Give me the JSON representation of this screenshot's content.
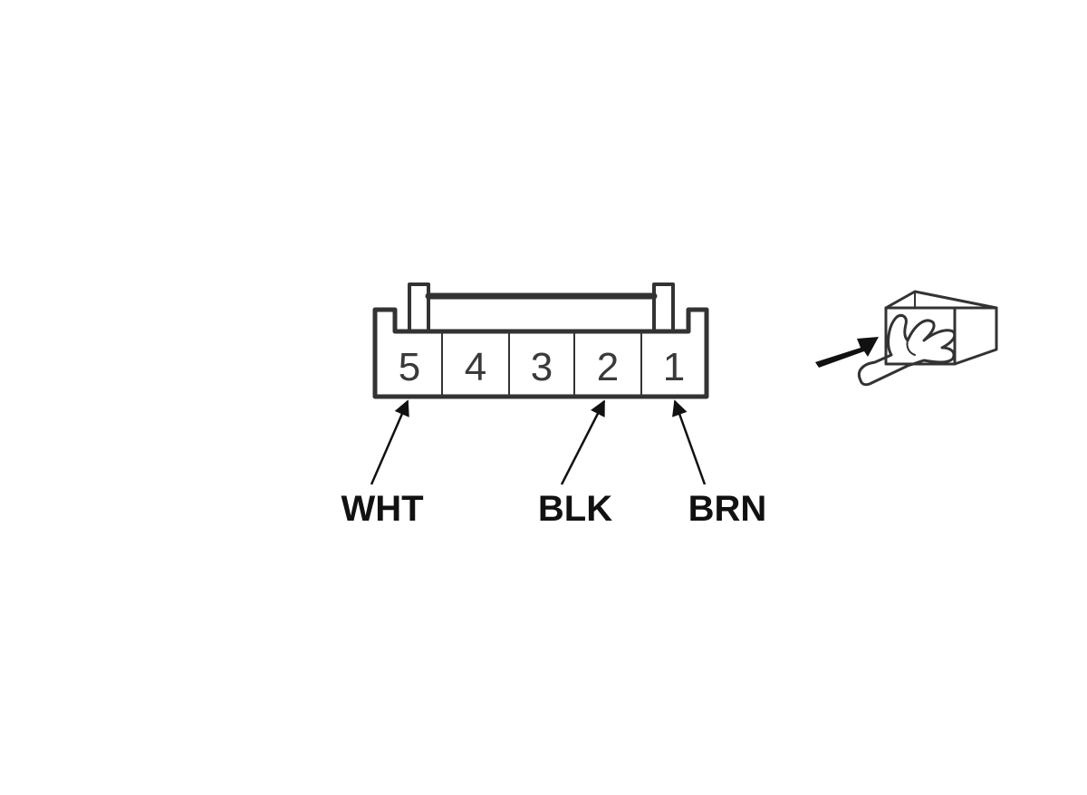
{
  "connector": {
    "pins": [
      "5",
      "4",
      "3",
      "2",
      "1"
    ]
  },
  "wires": [
    {
      "pin": "5",
      "color_label": "WHT"
    },
    {
      "pin": "2",
      "color_label": "BLK"
    },
    {
      "pin": "1",
      "color_label": "BRN"
    }
  ],
  "icons": {
    "view_direction": "hand-pushing-connector-icon"
  },
  "colors": {
    "line": "#333333",
    "text": "#111111",
    "background": "#ffffff"
  }
}
